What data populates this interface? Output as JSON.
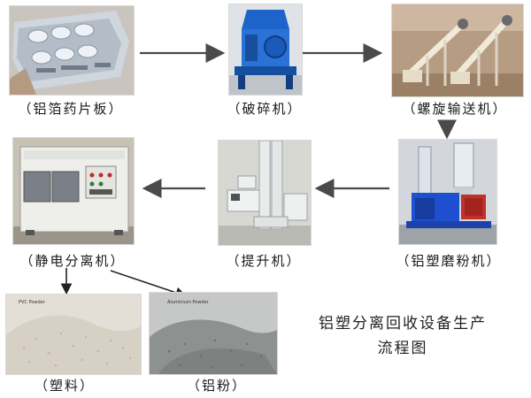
{
  "nodes": {
    "foil": {
      "label": "（铝箔药片板）"
    },
    "crusher": {
      "label": "（破碎机）"
    },
    "screw": {
      "label": "（螺旋输送机）"
    },
    "mill": {
      "label": "（铝塑磨粉机）"
    },
    "elevator": {
      "label": "（提升机）"
    },
    "separator": {
      "label": "（静电分离机）"
    },
    "plastic": {
      "label": "（塑料）",
      "tag": "PVC Powder"
    },
    "aluminum": {
      "label": "（铝粉）",
      "tag": "Aluminium Powder"
    }
  },
  "caption": {
    "line1": "铝塑分离回收设备生产",
    "line2": "流程图"
  },
  "colors": {
    "arrow": "#4a4a4a",
    "crusher_blue": "#1e63c9",
    "mill_blue": "#1d4fd0"
  }
}
